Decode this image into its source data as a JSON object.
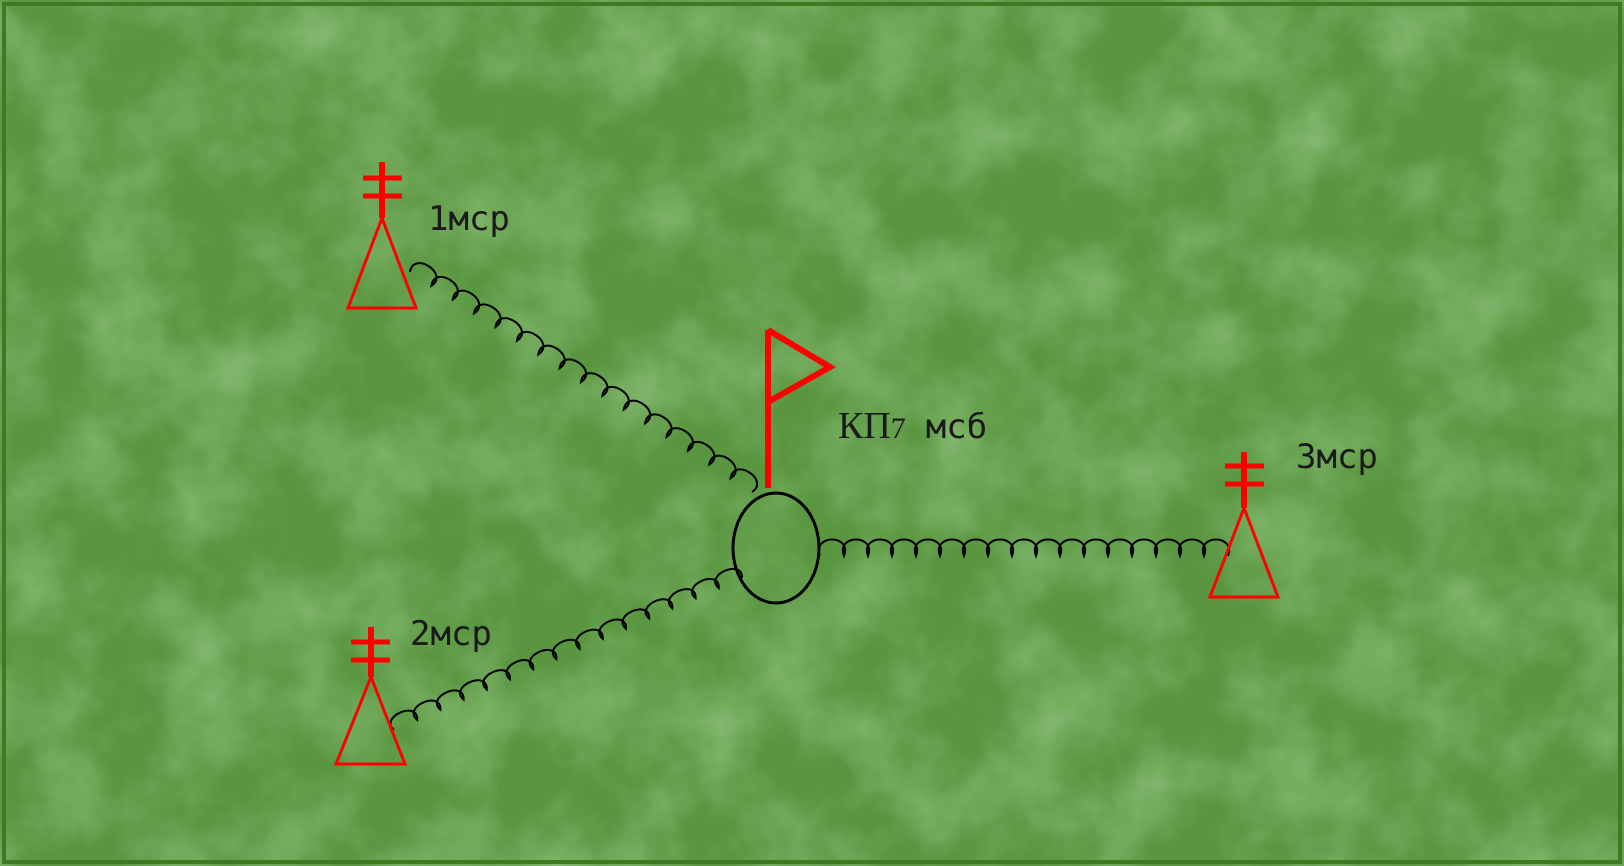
{
  "colors": {
    "background": "#5a9640",
    "border": "#3f7a22",
    "symbol": "#ff0000",
    "line": "#000000",
    "text": "#1a1a1a"
  },
  "units": [
    {
      "id": "u1",
      "label": "1мср",
      "icon": "antenna-triangle-icon"
    },
    {
      "id": "u2",
      "label": "2мср",
      "icon": "antenna-triangle-icon"
    },
    {
      "id": "u3",
      "label": "3мср",
      "icon": "antenna-triangle-icon"
    }
  ],
  "command_post": {
    "label_prefix": "КП",
    "label_number": "7",
    "label_suffix": "мсб",
    "icon": "flag-icon"
  }
}
